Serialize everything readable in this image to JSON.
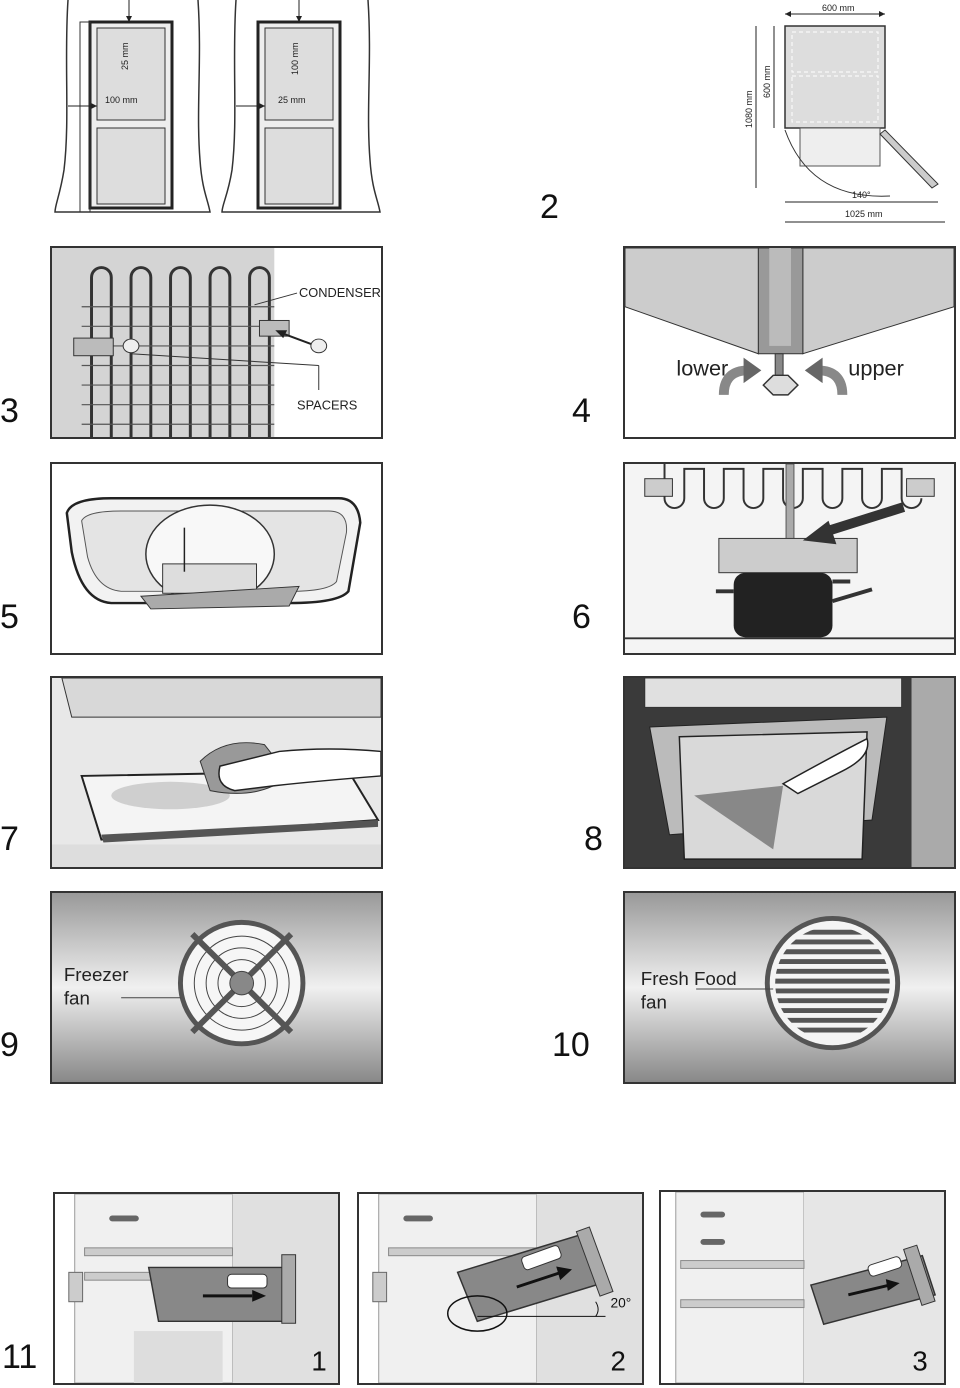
{
  "figure1": {
    "left_top_gap": "25 mm",
    "left_side_gap": "100 mm",
    "right_top_gap": "100 mm",
    "right_side_gap": "25 mm"
  },
  "figure2": {
    "number": "2",
    "width_top": "600 mm",
    "height_total": "1080 mm",
    "height_body": "600 mm",
    "door_angle": "140°",
    "depth_open": "1025 mm"
  },
  "figure3": {
    "number": "3",
    "condenser_label": "CONDENSER",
    "spacers_label": "SPACERS"
  },
  "figure4": {
    "number": "4",
    "lower_label": "lower",
    "upper_label": "upper"
  },
  "figure5": {
    "number": "5"
  },
  "figure6": {
    "number": "6"
  },
  "figure7": {
    "number": "7"
  },
  "figure8": {
    "number": "8"
  },
  "figure9": {
    "number": "9",
    "fan_label_line1": "Freezer",
    "fan_label_line2": "fan"
  },
  "figure10": {
    "number": "10",
    "fan_label_line1": "Fresh Food",
    "fan_label_line2": "fan"
  },
  "figure11": {
    "number": "11",
    "step1": "1",
    "step2": "2",
    "step3": "3",
    "angle": "20°"
  }
}
